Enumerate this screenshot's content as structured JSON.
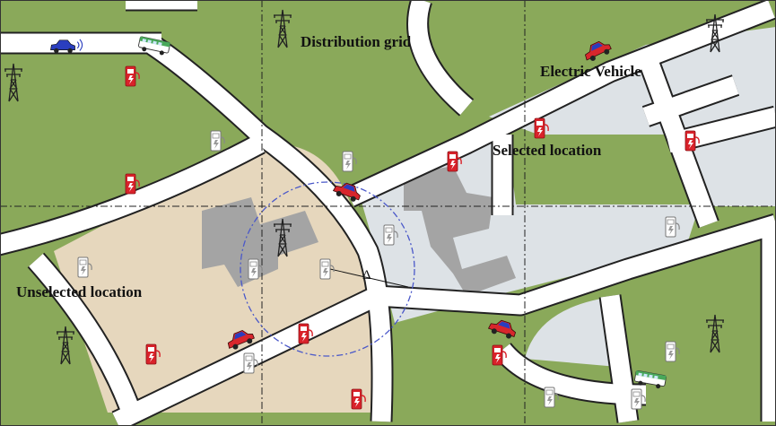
{
  "labels": {
    "distribution_grid": "Distribution grid",
    "electric_vehicle": "Electric Vehicle",
    "selected_location": "Selected location",
    "unselected_location": "Unselected location",
    "delta": "Δ"
  },
  "colors": {
    "grass": "#8aa95a",
    "road": "#ffffff",
    "road_edge": "#222222",
    "selected_zone": "#dde2e6",
    "unselected_zone": "#e6d7bd",
    "building": "#a4a4a4",
    "charger_red": "#d9222a",
    "charger_white": "#ffffff",
    "tower": "#222222",
    "car_red": "#d8262c",
    "car_blue": "#2a3ebf",
    "bus_green": "#49a85a",
    "circle": "#4a58c9",
    "grid_line": "#222222"
  },
  "icons": {
    "tower": "transmission-tower-icon",
    "charger": "charging-station-icon",
    "car": "electric-car-icon",
    "bus": "electric-bus-icon"
  }
}
